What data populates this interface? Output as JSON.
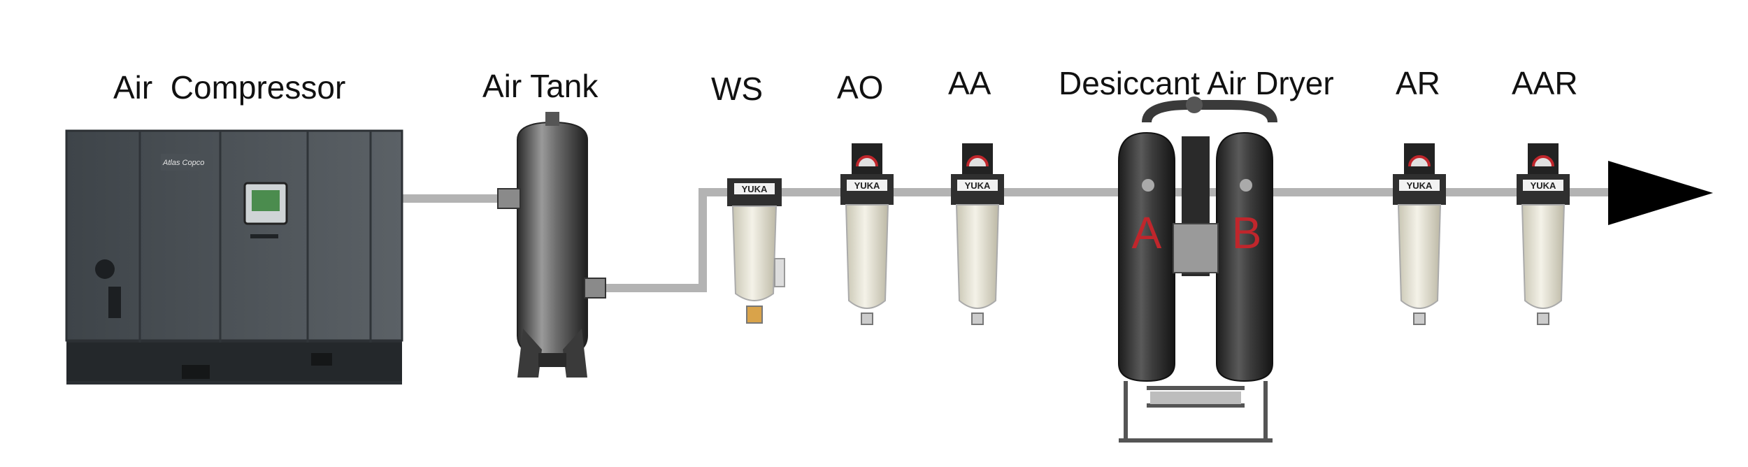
{
  "labels": {
    "compressor": "Air  Compressor",
    "tank": "Air Tank",
    "ws": "WS",
    "ao": "AO",
    "aa": "AA",
    "dryer": "Desiccant Air Dryer",
    "ar": "AR",
    "aar": "AAR"
  },
  "compressor_brand": "Atlas Copco",
  "filter_brand": "YUKA",
  "dryer_towers": [
    "A",
    "B"
  ],
  "colors": {
    "pipe": "#b3b3b3",
    "tower_letters": "#c0262c",
    "arrow": "#000000"
  }
}
